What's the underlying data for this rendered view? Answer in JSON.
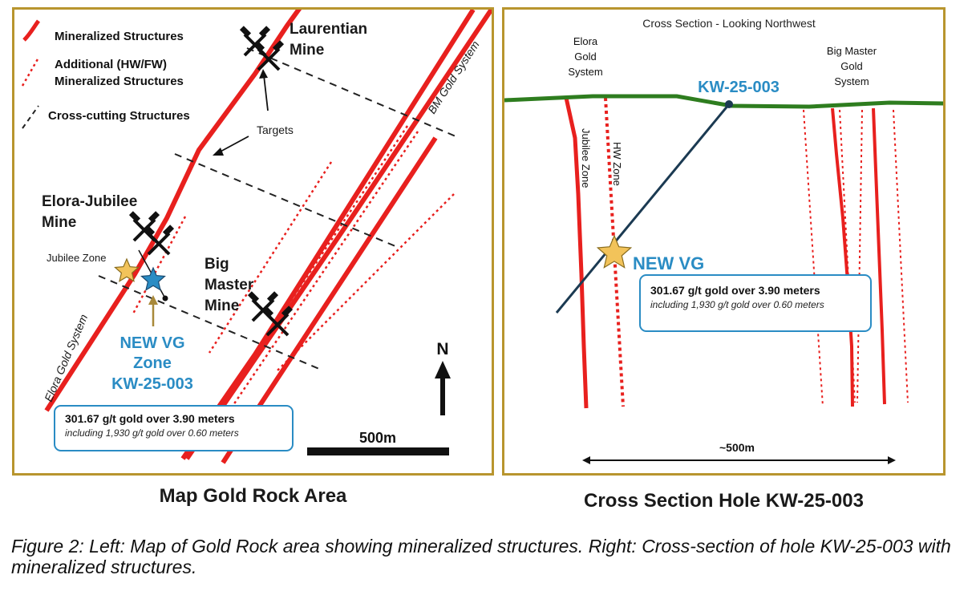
{
  "map_panel": {
    "legend": {
      "mineralized": "Mineralized Structures",
      "additional_line1": "Additional (HW/FW)",
      "additional_line2": "Mineralized Structures",
      "crosscutting": "Cross-cutting Structures"
    },
    "labels": {
      "laurentian_line1": "Laurentian",
      "laurentian_line2": "Mine",
      "targets": "Targets",
      "elora_jubilee_line1": "Elora-Jubilee",
      "elora_jubilee_line2": "Mine",
      "jubilee_zone": "Jubilee Zone",
      "big_master_line1": "Big",
      "big_master_line2": "Master",
      "big_master_line3": "Mine",
      "new_vg_line1": "NEW VG",
      "new_vg_line2": "Zone",
      "new_vg_line3": "KW-25-003",
      "elora_system": "Elora Gold System",
      "bm_system": "BM Gold System",
      "north": "N",
      "scale": "500m"
    },
    "callout": {
      "main": "301.67 g/t gold over 3.90 meters",
      "sub": "including 1,930 g/t gold over 0.60 meters"
    },
    "caption": "Map Gold Rock Area"
  },
  "section_panel": {
    "title": "Cross Section - Looking Northwest",
    "labels": {
      "elora_line1": "Elora",
      "elora_line2": "Gold",
      "elora_line3": "System",
      "big_master_line1": "Big Master",
      "big_master_line2": "Gold",
      "big_master_line3": "System",
      "hole": "KW-25-003",
      "jubilee_zone": "Jubilee Zone",
      "hw_zone": "HW Zone",
      "new_vg": "NEW VG",
      "scale": "~500m"
    },
    "callout": {
      "main": "301.67 g/t gold over 3.90 meters",
      "sub": "including 1,930 g/t gold over 0.60 meters"
    },
    "caption": "Cross Section Hole KW-25-003"
  },
  "figure_caption": "Figure 2: Left: Map of Gold Rock area showing mineralized structures. Right: Cross-section of hole KW-25-003 with mineralized structures.",
  "colors": {
    "structure_red": "#e8201e",
    "frame_gold": "#b8952e",
    "callout_blue": "#2a8cc4",
    "ground_green": "#2e7d1f",
    "hole_navy": "#1b3a52",
    "star_gold": "#f2c35a",
    "star_blue": "#2a8cc4"
  },
  "icons": {
    "mine_symbol": "crossed-hammers-icon",
    "discovery_symbol": "star-icon",
    "north_arrow": "north-arrow-icon"
  }
}
